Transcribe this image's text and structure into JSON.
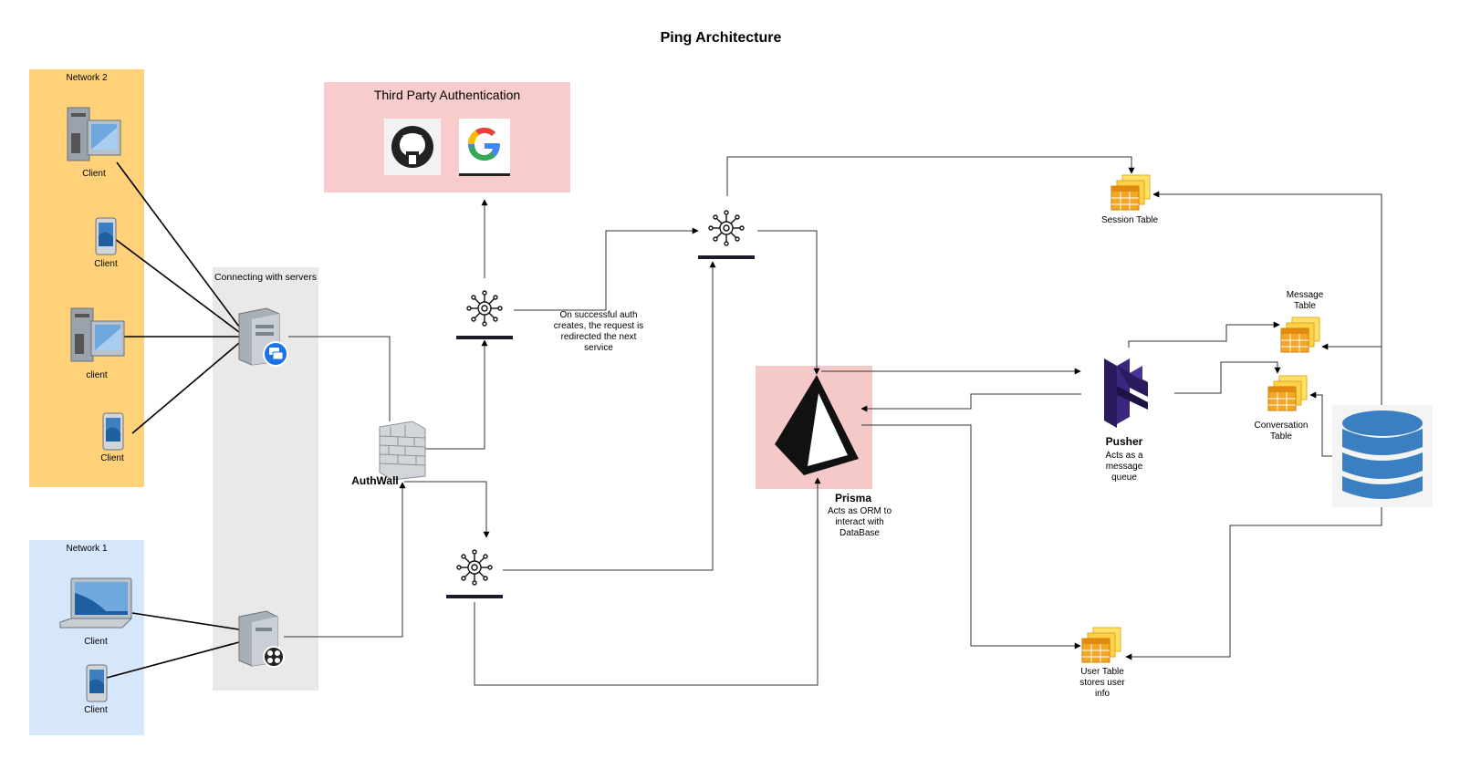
{
  "title": "Ping Architecture",
  "network2": {
    "label": "Network 2",
    "clients": [
      "Client",
      "Client",
      "client",
      "Client"
    ]
  },
  "network1": {
    "label": "Network 1",
    "clients": [
      "Client",
      "Client"
    ]
  },
  "connecting": {
    "label": "Connecting with servers"
  },
  "third_party": {
    "label": "Third Party Authentication"
  },
  "authwall": {
    "label": "AuthWall"
  },
  "auth_note": "On successful auth creates, the request is redirected the next service",
  "prisma": {
    "name": "Prisma",
    "desc": "Acts as ORM to interact with DataBase"
  },
  "pusher": {
    "name": "Pusher",
    "desc": "Acts as a message queue"
  },
  "tables": {
    "session": "Session Table",
    "message": "Message Table",
    "conversation": "Conversation Table",
    "user": "User Table stores user info"
  },
  "colors": {
    "network2": "#ffd27a",
    "network1": "#d6e6fb",
    "connecting": "#e9e9e9",
    "auth_box": "#f8cccc",
    "prisma_box": "#f6c9c9",
    "pusher": "#2b1a5c",
    "database": "#3a7fc2",
    "table": "#f5a623"
  }
}
